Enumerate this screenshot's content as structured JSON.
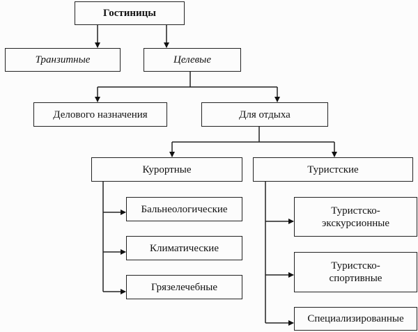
{
  "diagram": {
    "type": "hierarchy",
    "root": "Гостиницы",
    "nodes": {
      "root": "Гостиницы",
      "transit": "Транзитные",
      "target": "Целевые",
      "business": "Делового назначения",
      "leisure": "Для отдыха",
      "resort": "Курортные",
      "tourist": "Туристские",
      "balneo": "Бальнеологические",
      "climatic": "Климатические",
      "mud": "Грязелечебные",
      "excursion": "Туристско-\nэкскурсионные",
      "sport": "Туристско-\nспортивные",
      "specialized": "Специализированные"
    },
    "edges": [
      [
        "Гостиницы",
        "Транзитные"
      ],
      [
        "Гостиницы",
        "Целевые"
      ],
      [
        "Целевые",
        "Делового назначения"
      ],
      [
        "Целевые",
        "Для отдыха"
      ],
      [
        "Для отдыха",
        "Курортные"
      ],
      [
        "Для отдыха",
        "Туристские"
      ],
      [
        "Курортные",
        "Бальнеологические"
      ],
      [
        "Курортные",
        "Климатические"
      ],
      [
        "Курортные",
        "Грязелечебные"
      ],
      [
        "Туристские",
        "Туристско-экскурсионные"
      ],
      [
        "Туристские",
        "Туристско-спортивные"
      ],
      [
        "Туристские",
        "Специализированные"
      ]
    ]
  }
}
